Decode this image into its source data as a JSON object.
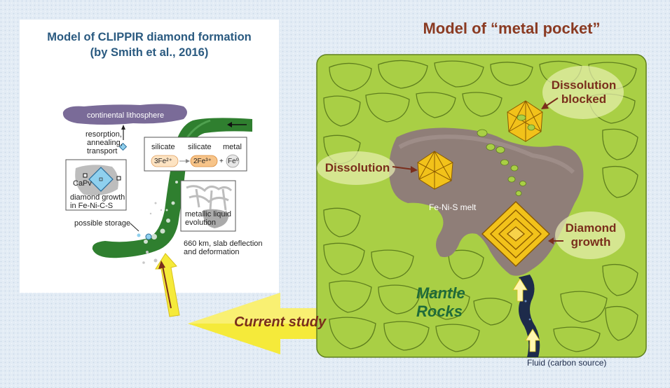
{
  "left": {
    "title_line1": "Model of CLIPPIR diamond formation",
    "title_line2": "(by Smith et al., 2016)",
    "labels": {
      "continental": "continental lithosphere",
      "resorption1": "resorption,",
      "resorption2": "annealing,",
      "resorption3": "transport",
      "silicate1": "silicate",
      "silicate2": "silicate",
      "metal": "metal",
      "eq_a": "3Fe²⁺",
      "eq_b": "2Fe³⁺",
      "eq_plus": "+",
      "eq_c": "Fe⁰",
      "capv": "CaPv",
      "growth1": "diamond growth",
      "growth2": "in Fe-Ni-C-S",
      "metallic1": "metallic liquid",
      "metallic2": "evolution",
      "storage": "possible storage",
      "depth1": "660 km, slab deflection",
      "depth2": "and deformation"
    }
  },
  "right": {
    "title": "Model of “metal pocket”",
    "dissolution": "Dissolution",
    "blocked1": "Dissolution",
    "blocked2": "blocked",
    "growth1": "Diamond",
    "growth2": "growth",
    "melt": "Fe-Ni-S melt",
    "mantle1": "Mantle",
    "mantle2": "Rocks",
    "fluid": "Fluid (carbon source)"
  },
  "current_study": "Current study",
  "colors": {
    "rock": "#a9cf45",
    "rock_edge": "#5f7f1e",
    "melt": "#8f7e78",
    "diamond": "#f2c21a",
    "slab": "#2d7a2d",
    "arrow": "#f5ea3a"
  }
}
